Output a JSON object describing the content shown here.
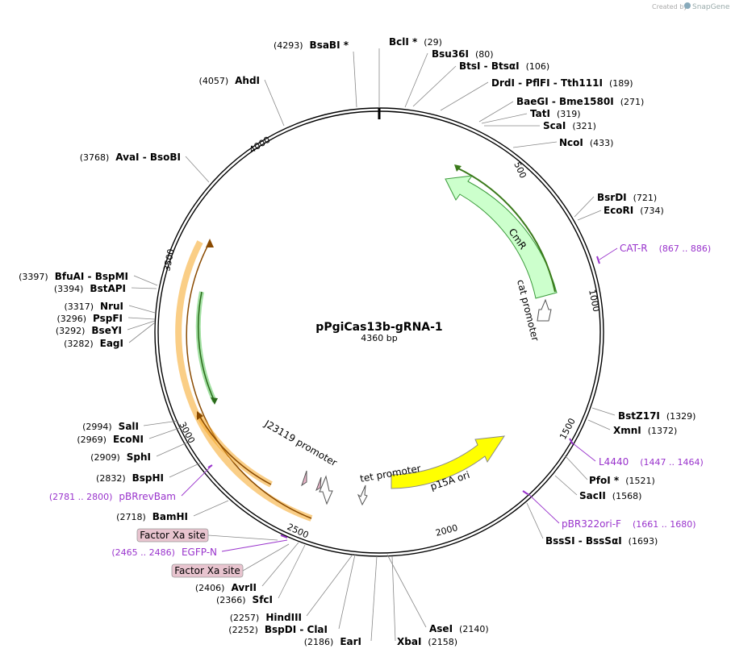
{
  "watermark": {
    "created_by": "Created by",
    "brand": "SnapGene"
  },
  "plasmid": {
    "name": "pPgiCas13b-gRNA-1",
    "size": "4360 bp"
  },
  "colors": {
    "primer": "#9933cc",
    "cmr": "#ccffcc",
    "p15a": "#ffff00",
    "orange": "#f5a623",
    "green_arrow": "#33aa33",
    "factor_xa": "#e8c4cf"
  },
  "ticks": [
    "500",
    "1000",
    "1500",
    "2000",
    "2500",
    "3000",
    "3500",
    "4000"
  ],
  "sites": [
    {
      "pos": "(29)",
      "name": "BclI *"
    },
    {
      "pos": "(80)",
      "name": "Bsu36I"
    },
    {
      "pos": "(106)",
      "name": "BtsI  - BtsαI"
    },
    {
      "pos": "(189)",
      "name": "DrdI  - PflFI  - Tth111I"
    },
    {
      "pos": "(271)",
      "name": "BaeGI  - Bme1580I"
    },
    {
      "pos": "(319)",
      "name": "TatI"
    },
    {
      "pos": "(321)",
      "name": "ScaI"
    },
    {
      "pos": "(433)",
      "name": "NcoI"
    },
    {
      "pos": "(721)",
      "name": "BsrDI"
    },
    {
      "pos": "(734)",
      "name": "EcoRI"
    },
    {
      "pos": "(1329)",
      "name": "BstZ17I"
    },
    {
      "pos": "(1372)",
      "name": "XmnI"
    },
    {
      "pos": "(1521)",
      "name": "PfoI *"
    },
    {
      "pos": "(1568)",
      "name": "SacII"
    },
    {
      "pos": "(1693)",
      "name": "BssSI  - BssSαI"
    },
    {
      "pos": "(2140)",
      "name": "AseI"
    },
    {
      "pos": "(2158)",
      "name": "XbaI"
    },
    {
      "pos": "(2186)",
      "name": "EarI"
    },
    {
      "pos": "(2252)",
      "name": "BspDI  - ClaI"
    },
    {
      "pos": "(2257)",
      "name": "HindIII"
    },
    {
      "pos": "(2366)",
      "name": "SfcI"
    },
    {
      "pos": "(2406)",
      "name": "AvrII"
    },
    {
      "pos": "(2718)",
      "name": "BamHI"
    },
    {
      "pos": "(2832)",
      "name": "BspHI"
    },
    {
      "pos": "(2909)",
      "name": "SphI"
    },
    {
      "pos": "(2969)",
      "name": "EcoNI"
    },
    {
      "pos": "(2994)",
      "name": "SalI"
    },
    {
      "pos": "(3282)",
      "name": "EagI"
    },
    {
      "pos": "(3292)",
      "name": "BseYI"
    },
    {
      "pos": "(3296)",
      "name": "PspFI"
    },
    {
      "pos": "(3317)",
      "name": "NruI"
    },
    {
      "pos": "(3394)",
      "name": "BstAPI"
    },
    {
      "pos": "(3397)",
      "name": "BfuAI  - BspMI"
    },
    {
      "pos": "(3768)",
      "name": "AvaI  - BsoBI"
    },
    {
      "pos": "(4057)",
      "name": "AhdI"
    },
    {
      "pos": "(4293)",
      "name": "BsaBI *"
    }
  ],
  "primers": [
    {
      "name": "CAT-R",
      "range": "(867 .. 886)"
    },
    {
      "name": "L4440",
      "range": "(1447 .. 1464)"
    },
    {
      "name": "pBR322ori-F",
      "range": "(1661 .. 1680)"
    },
    {
      "name": "EGFP-N",
      "range": "(2465 .. 2486)"
    },
    {
      "name": "pBRrevBam",
      "range": "(2781 .. 2800)"
    }
  ],
  "features": {
    "cmr": "CmR",
    "cat_promoter": "cat promoter",
    "p15a_ori": "p15A ori",
    "tet_promoter": "tet promoter",
    "j23119_promoter": "J23119 promoter",
    "factor_xa_1": "Factor Xa site",
    "factor_xa_2": "Factor Xa site"
  }
}
